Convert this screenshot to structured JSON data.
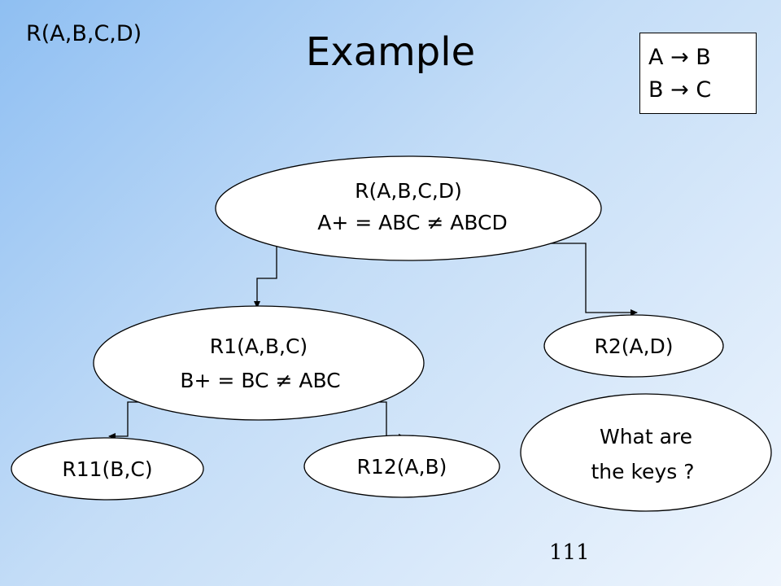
{
  "slide": {
    "corner_label": "R(A,B,C,D)",
    "title": "Example",
    "page_number": "111"
  },
  "fd_box": {
    "lines": [
      {
        "left": "A",
        "arrow": "→",
        "right": "B"
      },
      {
        "left": "B",
        "arrow": "→",
        "right": "C"
      }
    ]
  },
  "diagram": {
    "root": {
      "line1": "R(A,B,C,D)",
      "line2": "A+ = ABC ≠ ABCD"
    },
    "r1": {
      "line1": "R1(A,B,C)",
      "line2": "B+ = BC ≠ ABC"
    },
    "r2": {
      "label": "R2(A,D)"
    },
    "r11": {
      "label": "R11(B,C)"
    },
    "r12": {
      "label": "R12(A,B)"
    },
    "question": {
      "line1": "What are",
      "line2": "the keys ?"
    }
  },
  "colors": {
    "background_start": "#8fbff2",
    "background_end": "#eef5fd",
    "node_fill": "#ffffff",
    "stroke": "#000000"
  }
}
